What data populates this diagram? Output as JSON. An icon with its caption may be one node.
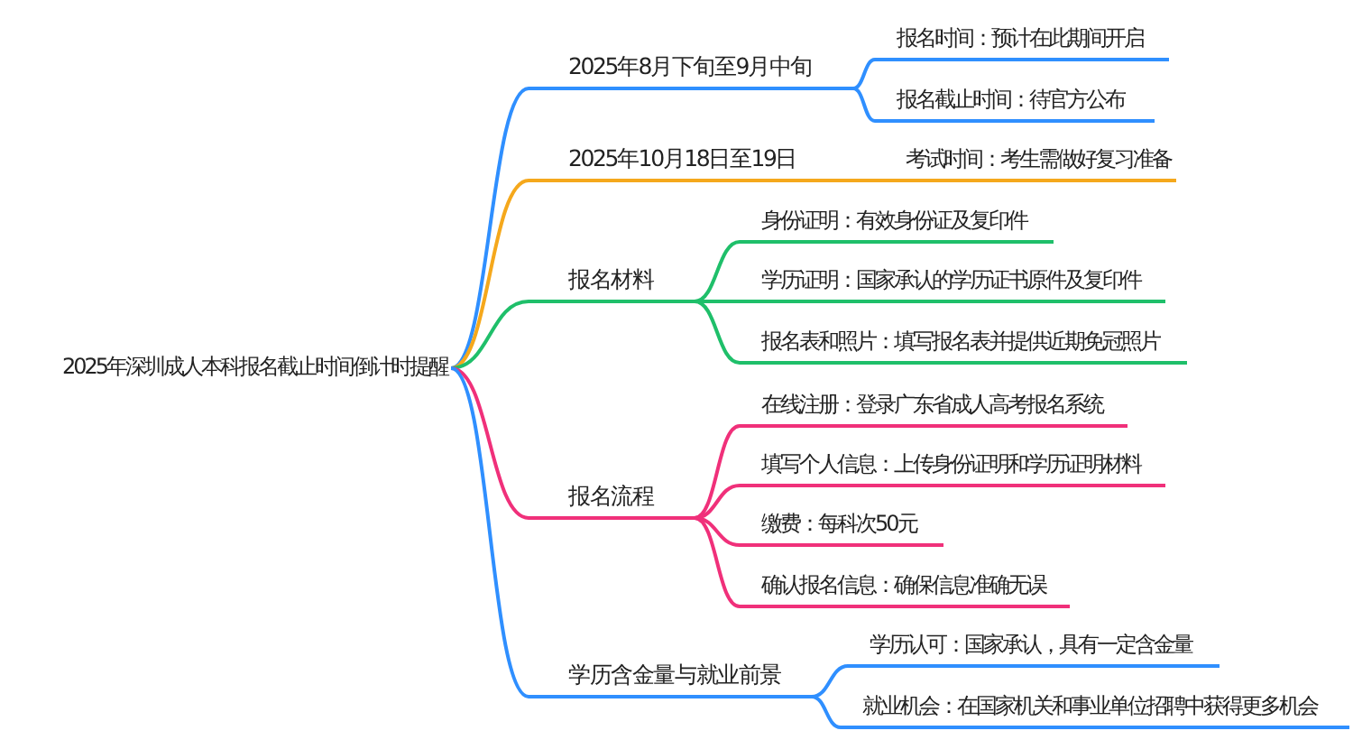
{
  "diagram": {
    "nodes": [
      {
        "text": [
          "2025年深圳成人本科报名截止时间倒计时提醒"
        ]
      },
      {
        "text": [
          "2025年8月下旬至9月中旬"
        ]
      },
      {
        "text": [
          "报名时间：预计在此期间开启"
        ]
      },
      {
        "text": [
          "报名截止时间：待官方公布"
        ]
      },
      {
        "text": [
          "2025年10月18日至19日"
        ]
      },
      {
        "text": [
          "考试时间：考生需做好复习准备"
        ]
      },
      {
        "text": [
          "报名材料"
        ]
      },
      {
        "text": [
          "身份证明：有效身份证及复印件"
        ]
      },
      {
        "text": [
          "学历证明：国家承认的学历证书原件及复印件"
        ]
      },
      {
        "text": [
          "报名表和照片：填写报名表并提供近期免冠照片"
        ]
      },
      {
        "text": [
          "报名流程"
        ]
      },
      {
        "text": [
          "在线注册：登录广东省成人高考报名系统"
        ]
      },
      {
        "text": [
          "填写个人信息：上传身份证明和学历证明材料"
        ]
      },
      {
        "text": [
          "缴费：每科次50元"
        ]
      },
      {
        "text": [
          "确认报名信息：确保信息准确无误"
        ]
      },
      {
        "text": [
          "学历含金量与就业前景"
        ]
      },
      {
        "text": [
          "学历认可：国家承认，具有一定含金量"
        ]
      },
      {
        "text": [
          "就业机会：在国家机关和事业单位招聘中获得更多机会"
        ]
      }
    ],
    "edges": [
      {
        "from": 0,
        "to": 1,
        "arrow": "none",
        "color": "#2f8fff"
      },
      {
        "from": 1,
        "to": 2,
        "arrow": "none",
        "color": "#2f8fff"
      },
      {
        "from": 1,
        "to": 3,
        "arrow": "none",
        "color": "#2f8fff"
      },
      {
        "from": 0,
        "to": 4,
        "arrow": "none",
        "color": "#f5a81c"
      },
      {
        "from": 4,
        "to": 5,
        "arrow": "none",
        "color": "#f5a81c"
      },
      {
        "from": 0,
        "to": 6,
        "arrow": "none",
        "color": "#1fbf6a"
      },
      {
        "from": 6,
        "to": 7,
        "arrow": "none",
        "color": "#1fbf6a"
      },
      {
        "from": 6,
        "to": 8,
        "arrow": "none",
        "color": "#1fbf6a"
      },
      {
        "from": 6,
        "to": 9,
        "arrow": "none",
        "color": "#1fbf6a"
      },
      {
        "from": 0,
        "to": 10,
        "arrow": "none",
        "color": "#f0307a"
      },
      {
        "from": 10,
        "to": 11,
        "arrow": "none",
        "color": "#f0307a"
      },
      {
        "from": 10,
        "to": 12,
        "arrow": "none",
        "color": "#f0307a"
      },
      {
        "from": 10,
        "to": 13,
        "arrow": "none",
        "color": "#f0307a"
      },
      {
        "from": 10,
        "to": 14,
        "arrow": "none",
        "color": "#f0307a"
      },
      {
        "from": 0,
        "to": 15,
        "arrow": "none",
        "color": "#2f8fff"
      },
      {
        "from": 15,
        "to": 16,
        "arrow": "none",
        "color": "#2f8fff"
      },
      {
        "from": 15,
        "to": 17,
        "arrow": "none",
        "color": "#2f8fff"
      }
    ]
  }
}
